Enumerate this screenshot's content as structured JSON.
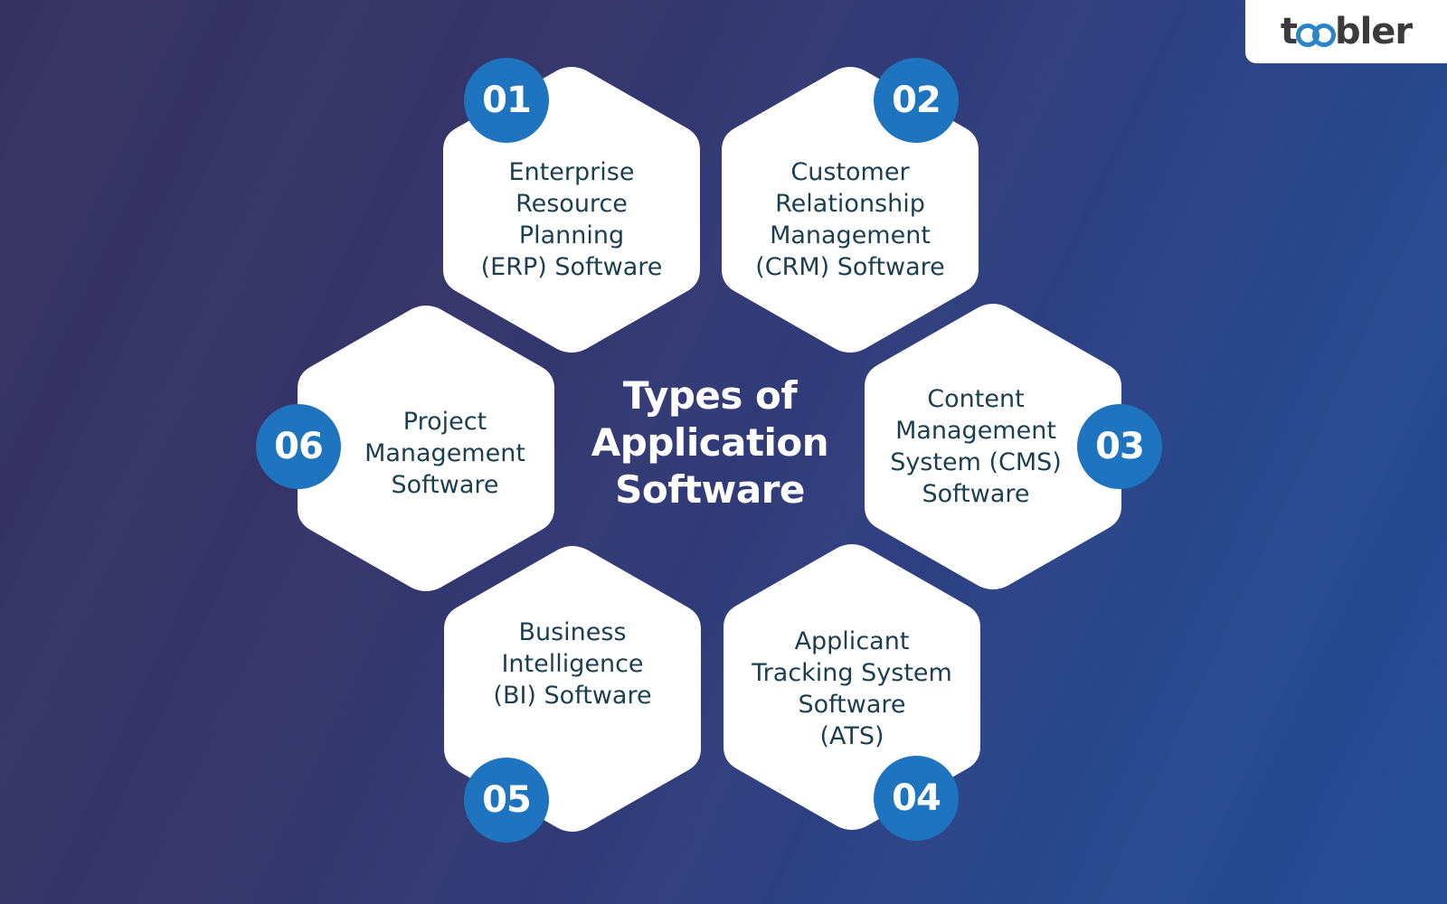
{
  "brand": {
    "logo_prefix": "t",
    "logo_suffix": "bler",
    "logo_full": "toobler",
    "logo_text_color": "#3b3b3d",
    "logo_accent_color": "#2a85c6"
  },
  "title": {
    "lines": [
      "Types of",
      "Application",
      "Software"
    ],
    "full": "Types of Application Software",
    "color": "#ffffff"
  },
  "colors": {
    "background_start": "#36325f",
    "background_end": "#214c96",
    "hexagon_fill": "#ffffff",
    "hexagon_text": "#1c3f4f",
    "badge_fill": "#1e74be",
    "badge_text": "#ffffff"
  },
  "items": [
    {
      "number": "01",
      "lines": [
        "Enterprise",
        "Resource",
        "Planning",
        "(ERP) Software"
      ],
      "label": "Enterprise Resource Planning (ERP) Software",
      "badge_position": "top-left"
    },
    {
      "number": "02",
      "lines": [
        "Customer",
        "Relationship",
        "Management",
        "(CRM) Software"
      ],
      "label": "Customer Relationship Management (CRM) Software",
      "badge_position": "top-right"
    },
    {
      "number": "03",
      "lines": [
        "Content",
        "Management",
        "System (CMS)",
        "Software"
      ],
      "label": "Content Management System (CMS) Software",
      "badge_position": "right"
    },
    {
      "number": "04",
      "lines": [
        "Applicant",
        "Tracking System",
        "Software",
        "(ATS)"
      ],
      "label": "Applicant Tracking System Software (ATS)",
      "badge_position": "bottom-right"
    },
    {
      "number": "05",
      "lines": [
        "Business",
        "Intelligence",
        "(BI) Software"
      ],
      "label": "Business Intelligence (BI) Software",
      "badge_position": "bottom-left"
    },
    {
      "number": "06",
      "lines": [
        "Project",
        "Management",
        "Software"
      ],
      "label": "Project Management Software",
      "badge_position": "left"
    }
  ]
}
